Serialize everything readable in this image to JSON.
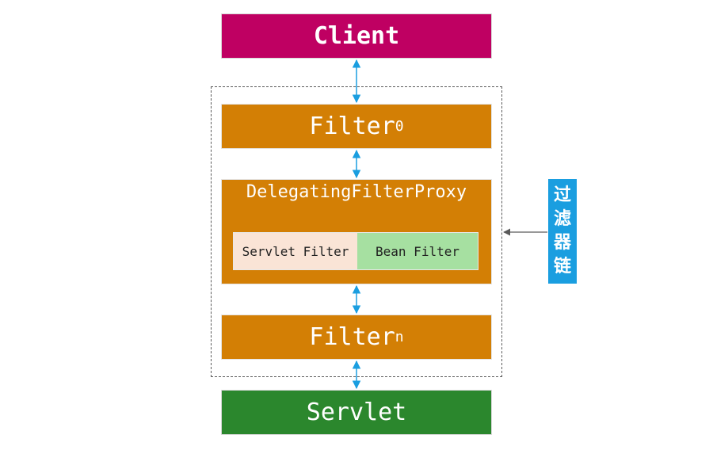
{
  "diagram": {
    "client": {
      "label": "Client",
      "color": "#bf0062"
    },
    "filter_first": {
      "label": "Filter",
      "subscript": "0",
      "color": "#d37f05"
    },
    "proxy": {
      "label": "DelegatingFilterProxy",
      "color": "#d37f05",
      "servlet_filter": {
        "label": "Servlet Filter",
        "color": "#fae4d6"
      },
      "bean_filter": {
        "label": "Bean Filter",
        "color": "#a6e0a1"
      }
    },
    "filter_last": {
      "label": "Filter",
      "subscript": "n",
      "color": "#d37f05"
    },
    "servlet": {
      "label": "Servlet",
      "color": "#2b872d"
    },
    "filter_chain_label": "过滤器链",
    "filter_chain_label_color": "#1a9ee0",
    "arrow_color": "#1a9ee0",
    "pointer_arrow_color": "#5a5a5a"
  }
}
